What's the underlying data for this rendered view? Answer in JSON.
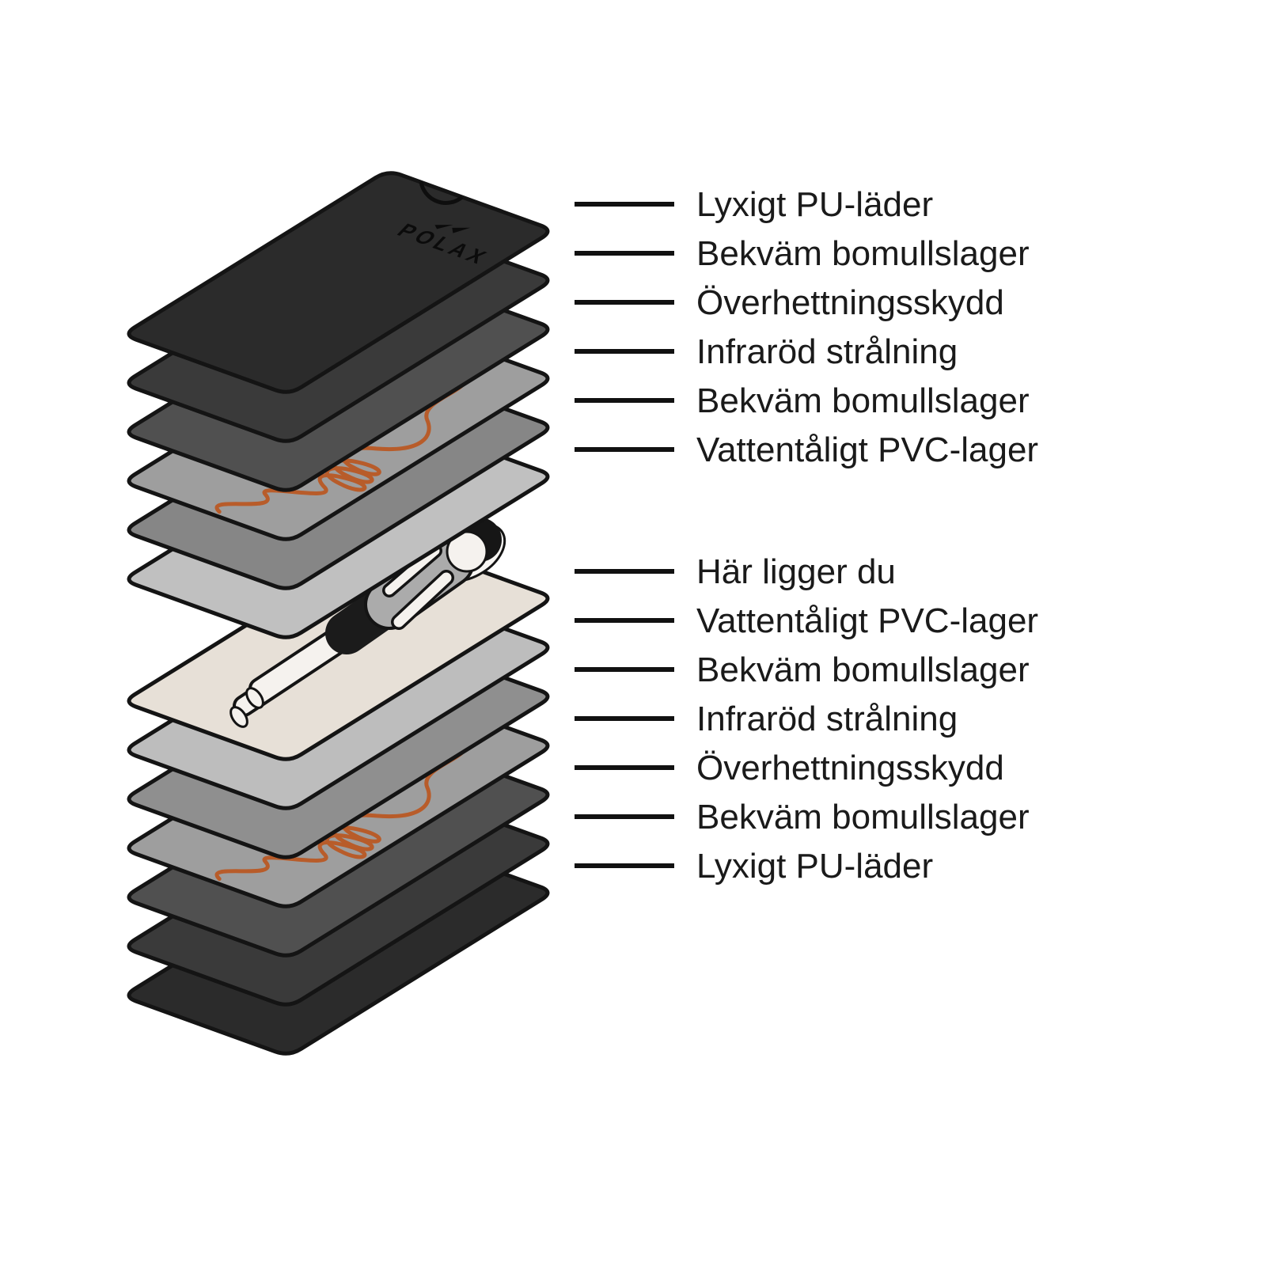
{
  "brand": {
    "logo_text": "POLAX"
  },
  "colors": {
    "background": "#ffffff",
    "outline": "#141414",
    "label_text": "#1a1a1a",
    "leader_line": "#111111",
    "heating_coil": "#b85c2a"
  },
  "stack_top": {
    "layers": [
      {
        "label": "Lyxigt PU-läder",
        "color": "#2b2b2b"
      },
      {
        "label": "Bekväm bomullslager",
        "color": "#3a3a3a"
      },
      {
        "label": "Överhettningsskydd",
        "color": "#505050"
      },
      {
        "label": "Infraröd strålning",
        "color": "#9e9e9e"
      },
      {
        "label": "Bekväm bomullslager",
        "color": "#868686"
      },
      {
        "label": "Vattentåligt PVC-lager",
        "color": "#c0c0c0"
      }
    ]
  },
  "stack_bottom": {
    "layers": [
      {
        "label": "Här ligger du",
        "color": "#e7e0d7"
      },
      {
        "label": "Vattentåligt PVC-lager",
        "color": "#bdbdbd"
      },
      {
        "label": "Bekväm bomullslager",
        "color": "#8f8f8f"
      },
      {
        "label": "Infraröd strålning",
        "color": "#9e9e9e"
      },
      {
        "label": "Överhettningsskydd",
        "color": "#505050"
      },
      {
        "label": "Bekväm bomullslager",
        "color": "#3a3a3a"
      },
      {
        "label": "Lyxigt PU-läder",
        "color": "#2b2b2b"
      }
    ]
  },
  "person": {
    "skin_color": "#f5f2ee",
    "shirt_color": "#ababab",
    "shorts_color": "#1b1b1b",
    "hair_color": "#161616",
    "pillow_color": "#f7f5f2"
  }
}
